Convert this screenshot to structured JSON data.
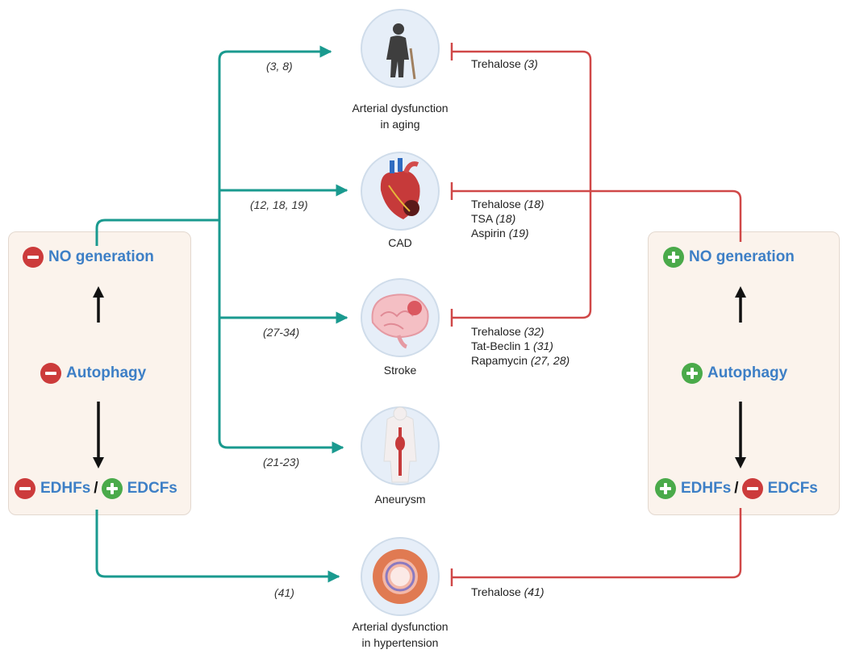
{
  "left_panel": {
    "no_generation": "NO generation",
    "autophagy": "Autophagy",
    "edhfs": "EDHFs",
    "slash": "/",
    "edcfs": "EDCFs",
    "signs": {
      "no": "minus",
      "autophagy": "minus",
      "edhfs": "minus",
      "edcfs": "plus"
    }
  },
  "right_panel": {
    "no_generation": "NO generation",
    "autophagy": "Autophagy",
    "edhfs": "EDHFs",
    "slash": "/",
    "edcfs": "EDCFs",
    "signs": {
      "no": "plus",
      "autophagy": "plus",
      "edhfs": "plus",
      "edcfs": "minus"
    }
  },
  "conditions": [
    {
      "caption_1": "Arterial dysfunction",
      "caption_2": "in aging",
      "icon": "elderly-person-icon"
    },
    {
      "caption_1": "CAD",
      "icon": "heart-icon"
    },
    {
      "caption_1": "Stroke",
      "icon": "brain-icon"
    },
    {
      "caption_1": "Aneurysm",
      "icon": "aorta-aneurysm-icon"
    },
    {
      "caption_1": "Arterial dysfunction",
      "caption_2": "in hypertension",
      "icon": "artery-cross-section-icon"
    }
  ],
  "citations": {
    "aging": "(3, 8)",
    "cad": "(12, 18, 19)",
    "stroke": "(27-34)",
    "aneurysm": "(21-23)",
    "hypertension": "(41)"
  },
  "treatments": {
    "aging": [
      {
        "name": "Trehalose",
        "ref": "(3)"
      }
    ],
    "cad": [
      {
        "name": "Trehalose",
        "ref": "(18)"
      },
      {
        "name": "TSA",
        "ref": "(18)"
      },
      {
        "name": "Aspirin",
        "ref": "(19)"
      }
    ],
    "stroke": [
      {
        "name": "Trehalose",
        "ref": "(32)"
      },
      {
        "name": "Tat-Beclin 1",
        "ref": "(31)"
      },
      {
        "name": "Rapamycin",
        "ref": "(27, 28)"
      }
    ],
    "hypertension": [
      {
        "name": "Trehalose",
        "ref": "(41)"
      }
    ]
  },
  "colors": {
    "promote_arrow": "#1a9a8f",
    "inhibit_line": "#d04848",
    "label_blue": "#3d7fc6",
    "minus_red": "#cc3b3b",
    "plus_green": "#4aaa4a",
    "panel_bg": "#fbf3ec",
    "icon_circle": "#e6eef8"
  }
}
